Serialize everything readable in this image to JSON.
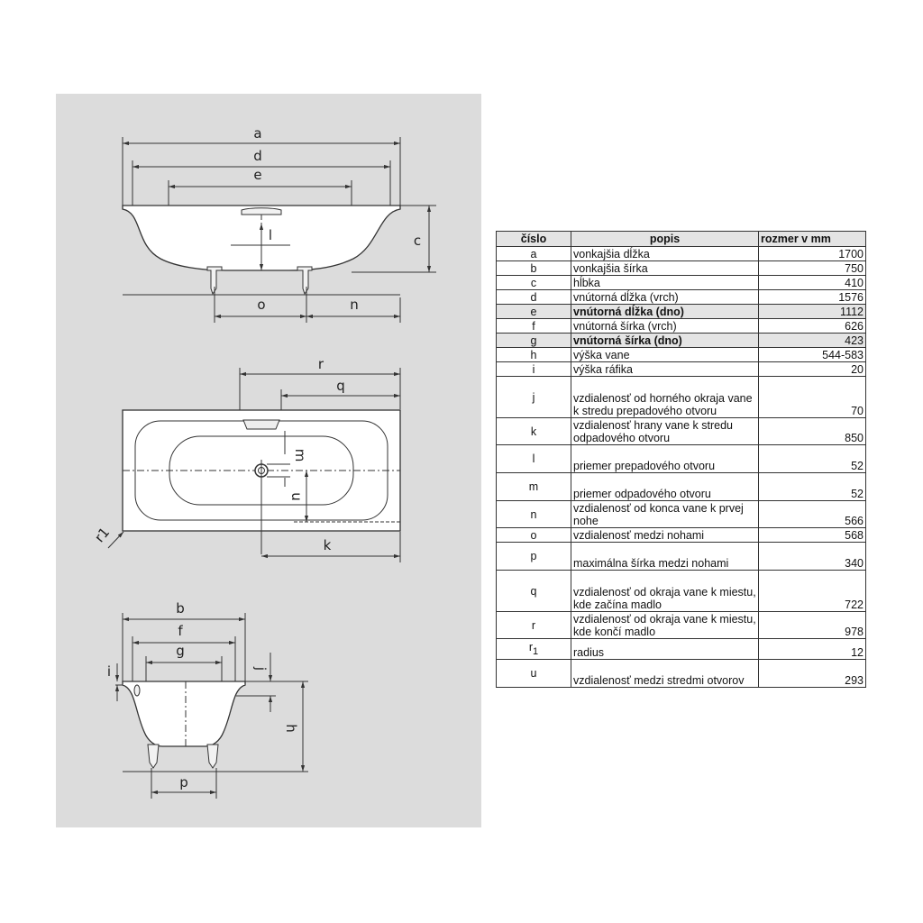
{
  "drawing_labels": {
    "top": {
      "a": "a",
      "d": "d",
      "e": "e",
      "c": "c",
      "l": "l",
      "o": "o",
      "n": "n"
    },
    "plan": {
      "r": "r",
      "q": "q",
      "m": "m",
      "u": "u",
      "k": "k",
      "r1": "r1"
    },
    "side": {
      "b": "b",
      "f": "f",
      "g": "g",
      "i": "i",
      "j": "j",
      "h": "h",
      "p": "p"
    }
  },
  "table": {
    "headers": {
      "id": "číslo",
      "desc": "popis",
      "value": "rozmer v mm"
    },
    "rows": [
      {
        "id": "a",
        "desc": "vonkajšia dĺžka",
        "value": "1700"
      },
      {
        "id": "b",
        "desc": "vonkajšia šírka",
        "value": "750"
      },
      {
        "id": "c",
        "desc": "hĺbka",
        "value": "410"
      },
      {
        "id": "d",
        "desc": "vnútorná dĺžka (vrch)",
        "value": "1576"
      },
      {
        "id": "e",
        "desc": "vnútorná dĺžka (dno)",
        "value": "1112"
      },
      {
        "id": "f",
        "desc": "vnútorná šírka (vrch)",
        "value": "626"
      },
      {
        "id": "g",
        "desc": "vnútorná šírka (dno)",
        "value": "423"
      },
      {
        "id": "h",
        "desc": "výška vane",
        "value": "544-583"
      },
      {
        "id": "i",
        "desc": "výška ráfika",
        "value": "20"
      },
      {
        "id": "j",
        "desc": "vzdialenosť od horného okraja vane k stredu prepadového otvoru",
        "value": "70"
      },
      {
        "id": "k",
        "desc": "vzdialenosť hrany vane k stredu odpadového otvoru",
        "value": "850"
      },
      {
        "id": "l",
        "desc": "priemer prepadového otvoru",
        "value": "52"
      },
      {
        "id": "m",
        "desc": "priemer odpadového otvoru",
        "value": "52"
      },
      {
        "id": "n",
        "desc": "vzdialenosť od konca vane  k prvej nohe",
        "value": "566"
      },
      {
        "id": "o",
        "desc": "vzdialenosť medzi nohami",
        "value": "568"
      },
      {
        "id": "p",
        "desc": "maximálna šírka medzi nohami",
        "value": "340"
      },
      {
        "id": "q",
        "desc": "vzdialenosť od okraja vane k miestu, kde začína madlo",
        "value": "722"
      },
      {
        "id": "r",
        "desc": "vzdialenosť od okraja vane k miestu, kde končí madlo",
        "value": "978"
      },
      {
        "id": "r",
        "sub": "1",
        "desc": "radius",
        "value": "12"
      },
      {
        "id": "u",
        "desc": "vzdialenosť medzi stredmi otvorov",
        "value": "293"
      }
    ]
  }
}
